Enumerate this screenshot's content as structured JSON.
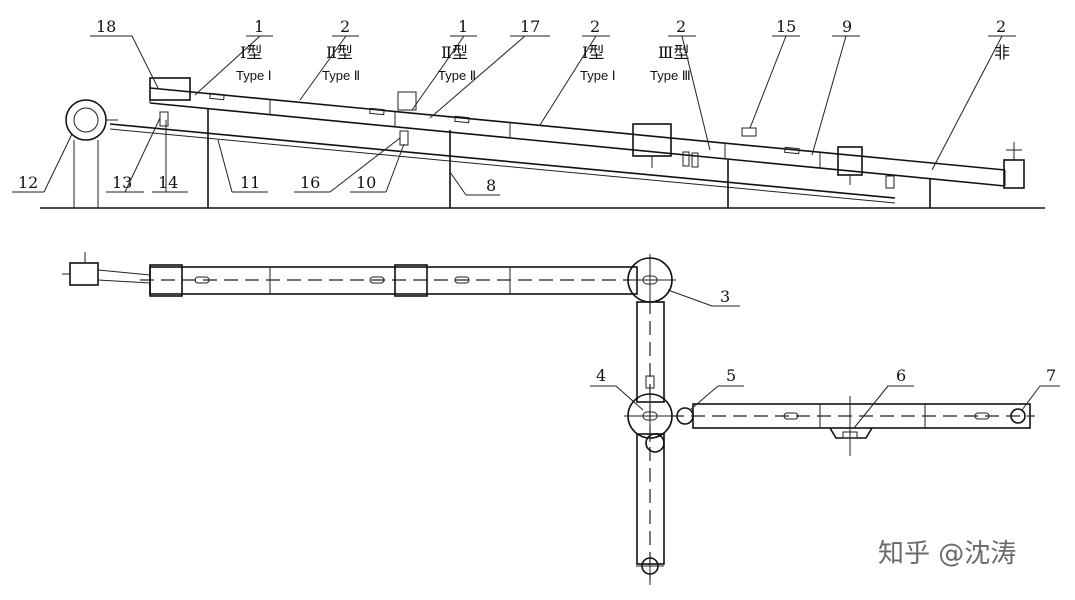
{
  "part_labels": {
    "p1a": "1",
    "p2a": "2",
    "p1b": "1",
    "p17": "17",
    "p2b": "2",
    "p2c": "2",
    "p15": "15",
    "p9": "9",
    "p2d": "2",
    "p18": "18",
    "p12": "12",
    "p13": "13",
    "p14": "14",
    "p11": "11",
    "p16": "16",
    "p10": "10",
    "p8": "8",
    "p3": "3",
    "p4": "4",
    "p5": "5",
    "p6": "6",
    "p7": "7"
  },
  "section_types": {
    "t1": {
      "cn": "Ⅰ型",
      "en": "Type Ⅰ"
    },
    "t2": {
      "cn": "Ⅱ型",
      "en": "Type Ⅱ"
    },
    "t3": {
      "cn": "Ⅱ型",
      "en": "Type Ⅱ"
    },
    "t4": {
      "cn": "Ⅰ型",
      "en": "Type Ⅰ"
    },
    "t5": {
      "cn": "Ⅲ型",
      "en": "Type Ⅲ"
    },
    "t6": {
      "cn": "非",
      "en": ""
    }
  },
  "watermark": "知乎 @沈涛"
}
